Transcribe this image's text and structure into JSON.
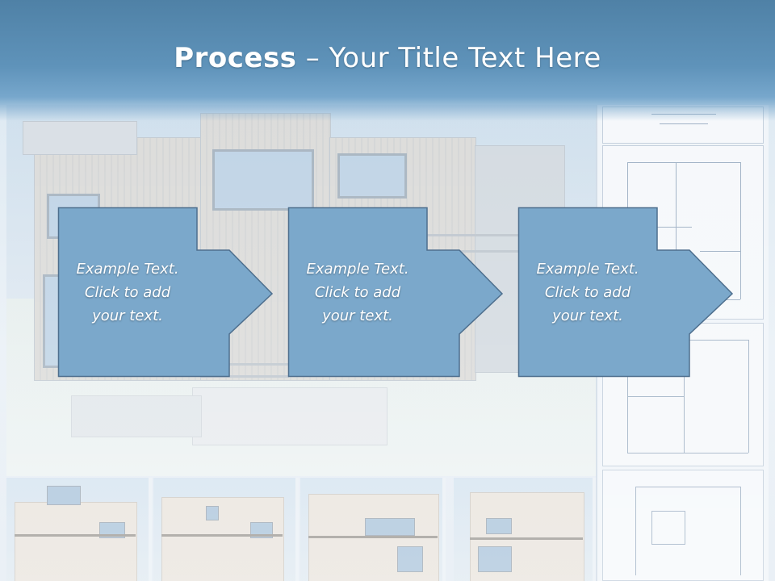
{
  "title": {
    "bold": "Process",
    "rest": " – Your Title Text Here"
  },
  "colors": {
    "banner": "#5f93ba",
    "shape_fill": "#7ba8cb",
    "shape_stroke": "#4e6f8e",
    "text": "#ffffff"
  },
  "steps": [
    {
      "line1": "Example Text.",
      "line2": "Click  to add",
      "line3": "your text."
    },
    {
      "line1": "Example Text.",
      "line2": "Click  to add",
      "line3": "your text."
    },
    {
      "line1": "Example Text.",
      "line2": "Click  to add",
      "line3": "your text."
    }
  ]
}
